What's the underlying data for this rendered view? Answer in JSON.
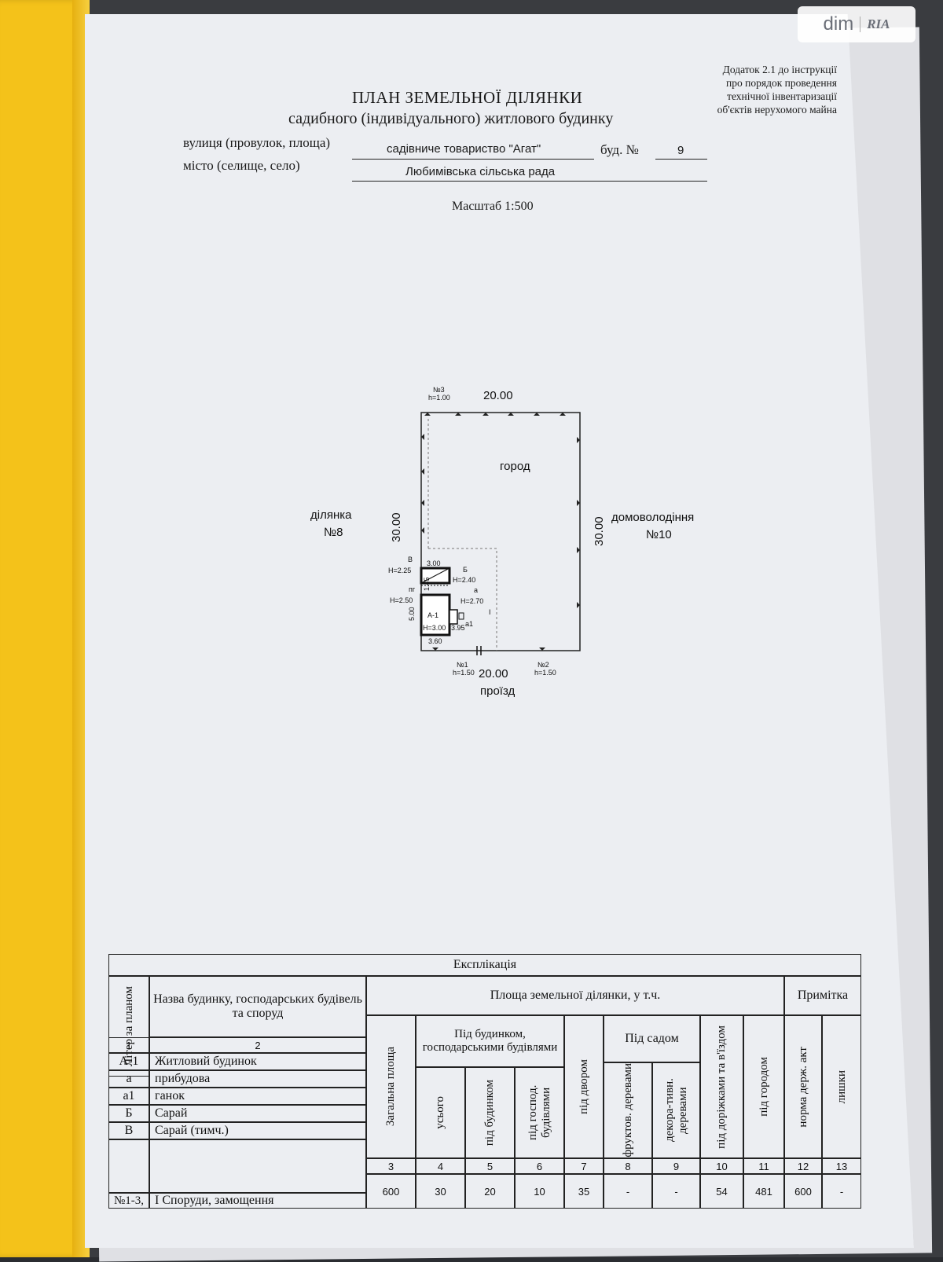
{
  "watermark": {
    "brand1": "dim",
    "brand2": "RIA"
  },
  "document": {
    "appendix_lines": [
      "Додаток 2.1 до інструкції",
      "про порядок проведення",
      "технічної інвентаризації",
      "об'єктів нерухомого майна"
    ],
    "title": "ПЛАН ЗЕМЕЛЬНОЇ ДІЛЯНКИ",
    "subtitle": "садибного (індивідуального) житлового будинку",
    "street_label": "вулиця (провулок, площа)",
    "street_value": "садівниче товариство \"Агат\"",
    "house_label": "буд. №",
    "house_value": "9",
    "city_label": "місто (селище, село)",
    "city_value": "Любимівська сільська рада",
    "scale": "Масштаб 1:500"
  },
  "plan": {
    "top_width": "20.00",
    "bottom_width": "20.00",
    "left_height": "30.00",
    "right_height": "30.00",
    "garden": "город",
    "neighbor_left_line1": "ділянка",
    "neighbor_left_line2": "№8",
    "neighbor_right_line1": "домоволодіння",
    "neighbor_right_line2": "№10",
    "driveway": "проїзд",
    "fence3_no": "№3",
    "fence3_h": "h=1.00",
    "fence1_no": "№1",
    "fence1_h": "h=1.50",
    "fence2_no": "№2",
    "fence2_h": "h=1.50",
    "b_letter": "В",
    "b_h": "H=2.25",
    "pg_letter": "пг",
    "pg_h": "H=2.50",
    "b2_letter": "Б",
    "b2_h": "H=2.40",
    "a_letter": "а",
    "a_h": "H=2.70",
    "a1_label": "А-1",
    "a1_h": "H=3.00",
    "dim_300": "3.00",
    "dim_145": "1.45",
    "dim_500": "5.00",
    "dim_360": "3.60",
    "dim_395": "3.95",
    "a1_small": "а1",
    "zone_I": "I"
  },
  "explication": {
    "title": "Експлікація",
    "col_letter": "Літер за планом",
    "col_name": "Назва будинку, господарських будівель та споруд",
    "area_header": "Площа земельної ділянки, у т.ч.",
    "note_header": "Примітка",
    "col_total": "Загальна площа",
    "under_buildings": "Під будинком, господарськими будівлями",
    "col_all": "усього",
    "col_house": "під будинком",
    "col_outbuild": "під господ. будівлями",
    "col_yard": "під двором",
    "under_garden": "Під садом",
    "col_fruit": "фруктов. деревами",
    "col_decor": "декора-тивн. деревами",
    "col_paths": "під доріжками та в'їздом",
    "col_vegetable": "під городом",
    "col_norm": "норма держ. акт",
    "col_excess": "лишки",
    "col_numbers": [
      "1",
      "2",
      "3",
      "4",
      "5",
      "6",
      "7",
      "8",
      "9",
      "10",
      "11",
      "12",
      "13"
    ],
    "rows": [
      {
        "letter": "А-1",
        "name": "Житловий будинок"
      },
      {
        "letter": "а",
        "name": "прибудова"
      },
      {
        "letter": "а1",
        "name": "ганок"
      },
      {
        "letter": "Б",
        "name": "Сарай"
      },
      {
        "letter": "В",
        "name": "Сарай (тимч.)"
      }
    ],
    "values": [
      "600",
      "30",
      "20",
      "10",
      "35",
      "-",
      "-",
      "54",
      "481",
      "600",
      "-"
    ],
    "last_row_letter": "№1-3,",
    "last_row_name": "І Споруди, замощення"
  }
}
